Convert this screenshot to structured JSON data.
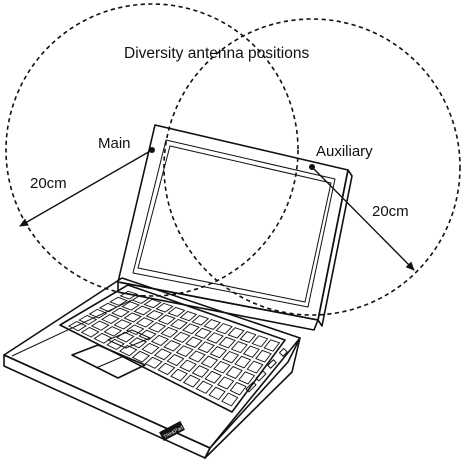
{
  "diagram": {
    "title": "Diversity antenna positions",
    "main_label": "Main",
    "auxiliary_label": "Auxiliary",
    "main_radius_label": "20cm",
    "auxiliary_radius_label": "20cm",
    "brand_mark": "ThinkPad"
  },
  "colors": {
    "ink": "#111111",
    "paper": "#ffffff",
    "screen": "#f4f4f4"
  }
}
